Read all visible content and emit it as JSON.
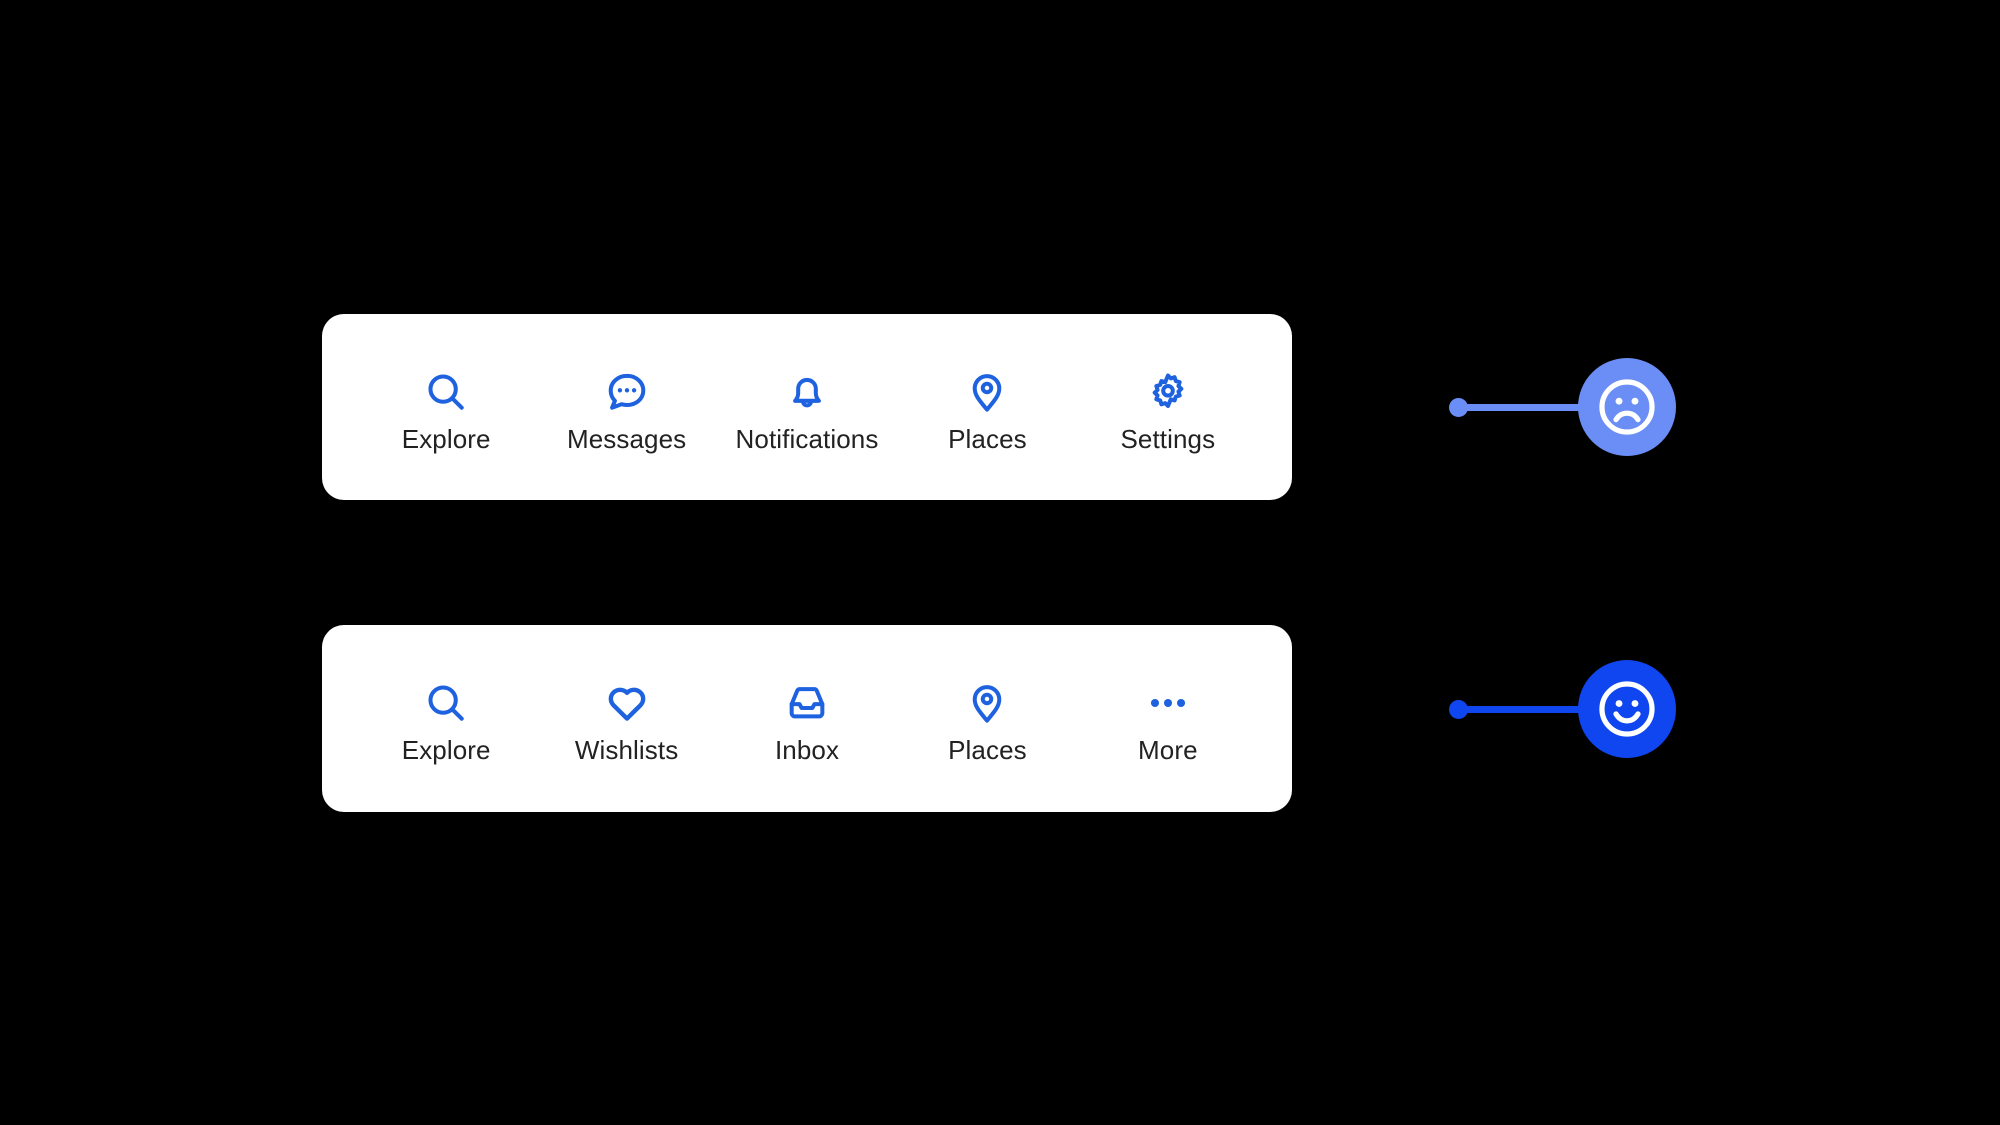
{
  "page": {
    "background": "#000000",
    "card_background": "#ffffff",
    "icon_color": "#1f62e0",
    "label_color": "#222222",
    "marker_color_1": "#6a8ef5",
    "marker_color_2": "#1046f0"
  },
  "nav_bars": [
    {
      "id": "nav-bar-primary",
      "items": [
        {
          "label": "Explore",
          "icon": "search-icon"
        },
        {
          "label": "Messages",
          "icon": "chat-bubble-icon"
        },
        {
          "label": "Notifications",
          "icon": "bell-icon"
        },
        {
          "label": "Places",
          "icon": "map-pin-icon"
        },
        {
          "label": "Settings",
          "icon": "gear-icon"
        }
      ]
    },
    {
      "id": "nav-bar-alternate",
      "items": [
        {
          "label": "Explore",
          "icon": "search-icon"
        },
        {
          "label": "Wishlists",
          "icon": "heart-icon"
        },
        {
          "label": "Inbox",
          "icon": "inbox-icon"
        },
        {
          "label": "Places",
          "icon": "map-pin-icon"
        },
        {
          "label": "More",
          "icon": "ellipsis-icon"
        }
      ]
    }
  ],
  "markers": [
    {
      "id": "marker-negative",
      "face": "sad-face-icon",
      "color": "#6a8ef5"
    },
    {
      "id": "marker-positive",
      "face": "happy-face-icon",
      "color": "#1046f0"
    }
  ]
}
